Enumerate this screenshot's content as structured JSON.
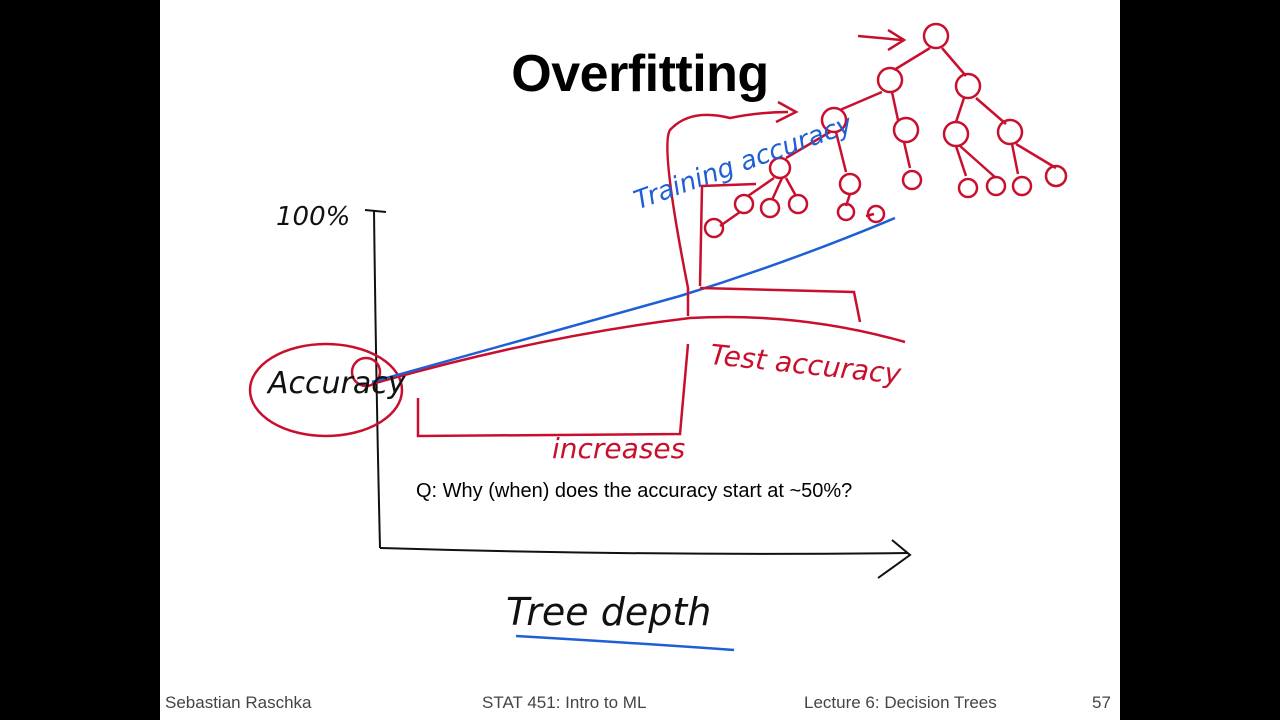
{
  "slide": {
    "title": "Overfitting",
    "question": "Q: Why (when) does the accuracy start at ~50%?",
    "footer": {
      "author": "Sebastian Raschka",
      "course": "STAT 451: Intro to ML",
      "lecture": "Lecture 6: Decision Trees",
      "page": "57"
    }
  },
  "annotations": {
    "y_max": "100%",
    "y_label": "Accuracy",
    "x_label": "Tree depth",
    "training_curve": "Training accuracy",
    "test_curve": "Test accuracy",
    "increases_note": "increases"
  },
  "colors": {
    "red_ink": "#c8102e",
    "blue_ink": "#1f5fd6",
    "black_ink": "#111111"
  }
}
